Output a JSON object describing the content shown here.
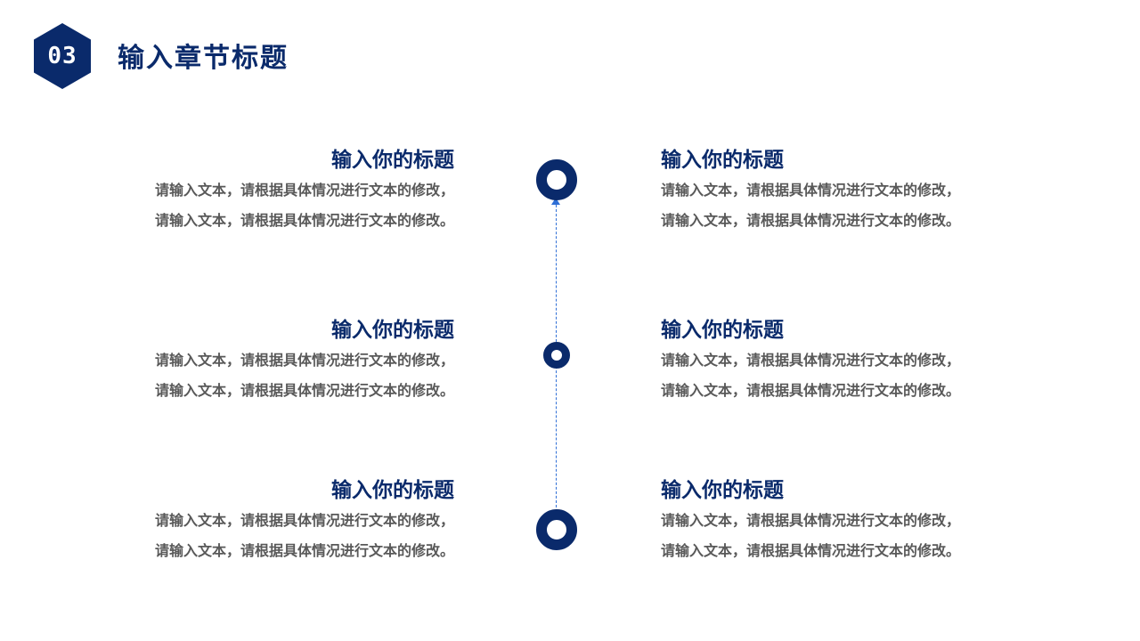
{
  "header": {
    "number": "03",
    "title": "输入章节标题"
  },
  "items": [
    {
      "title": "输入你的标题",
      "line1": "请输入文本，请根据具体情况进行文本的修改，",
      "line2": "请输入文本，请根据具体情况进行文本的修改。"
    },
    {
      "title": "输入你的标题",
      "line1": "请输入文本，请根据具体情况进行文本的修改，",
      "line2": "请输入文本，请根据具体情况进行文本的修改。"
    },
    {
      "title": "输入你的标题",
      "line1": "请输入文本，请根据具体情况进行文本的修改，",
      "line2": "请输入文本，请根据具体情况进行文本的修改。"
    },
    {
      "title": "输入你的标题",
      "line1": "请输入文本，请根据具体情况进行文本的修改，",
      "line2": "请输入文本，请根据具体情况进行文本的修改。"
    },
    {
      "title": "输入你的标题",
      "line1": "请输入文本，请根据具体情况进行文本的修改，",
      "line2": "请输入文本，请根据具体情况进行文本的修改。"
    },
    {
      "title": "输入你的标题",
      "line1": "请输入文本，请根据具体情况进行文本的修改，",
      "line2": "请输入文本，请根据具体情况进行文本的修改。"
    }
  ],
  "colors": {
    "primary": "#0a2a6b",
    "body_text": "#595959",
    "timeline": "#2f6fd6"
  }
}
